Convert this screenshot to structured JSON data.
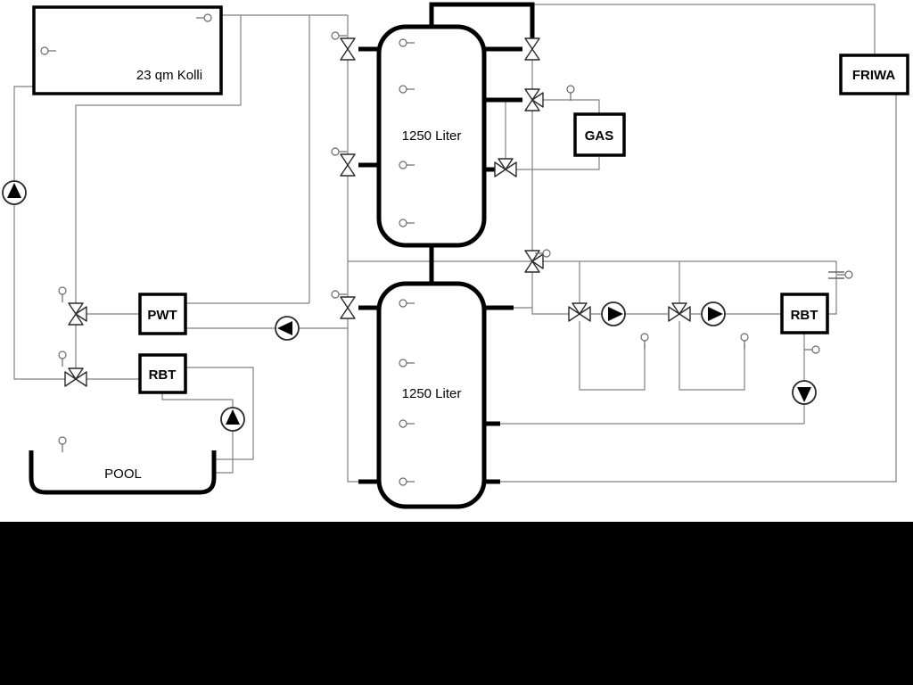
{
  "labels": {
    "collector": "23 qm Kolli",
    "tank_top": "1250 Liter",
    "tank_bottom": "1250 Liter",
    "gas": "GAS",
    "friwa": "FRIWA",
    "pwt": "PWT",
    "rbt_left": "RBT",
    "rbt_right": "RBT",
    "pool": "POOL"
  },
  "colors": {
    "canvas": "#ffffff",
    "frame": "#000000",
    "thick_line": "#000000",
    "thin_line": "#808080"
  },
  "icons": {
    "pump": "circle-with-triangle",
    "valve": "bowtie",
    "three_way_valve": "bowtie-with-third-triangle",
    "sensor": "small-circle-with-tail"
  }
}
